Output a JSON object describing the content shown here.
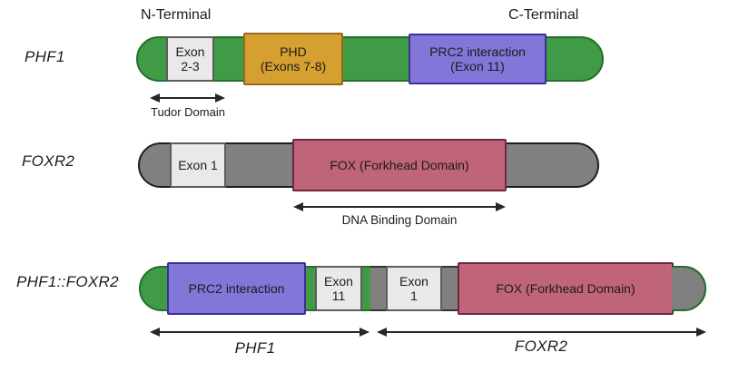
{
  "figure": {
    "n_terminal": "N-Terminal",
    "c_terminal": "C-Terminal"
  },
  "phf1": {
    "name": "PHF1",
    "exon23_line1": "Exon",
    "exon23_line2": "2-3",
    "phd_line1": "PHD",
    "phd_line2": "(Exons 7-8)",
    "prc2_line1": "PRC2 interaction",
    "prc2_line2": "(Exon 11)",
    "tudor_label": "Tudor Domain"
  },
  "foxr2": {
    "name": "FOXR2",
    "exon1": "Exon 1",
    "fox": "FOX (Forkhead Domain)",
    "dna_label": "DNA Binding Domain"
  },
  "fusion": {
    "name": "PHF1::FOXR2",
    "prc2": "PRC2 interaction",
    "exon11_line1": "Exon",
    "exon11_line2": "11",
    "exon1_line1": "Exon",
    "exon1_line2": "1",
    "fox": "FOX (Forkhead Domain)",
    "phf1_span": "PHF1",
    "foxr2_span": "FOXR2"
  },
  "colors": {
    "green": "#3f9b45",
    "greenBorder": "#266e2d",
    "gray": "#808080",
    "grayBorder": "#1f1f1f",
    "lightBox": "#e9e9e9",
    "lightBoxBorder": "#5c5c5c",
    "orange": "#d5a02f",
    "orangeBorder": "#96691b",
    "purple": "#8276d8",
    "purpleBorder": "#3a2f96",
    "pink": "#c0647a",
    "pinkBorder": "#6e2740"
  }
}
